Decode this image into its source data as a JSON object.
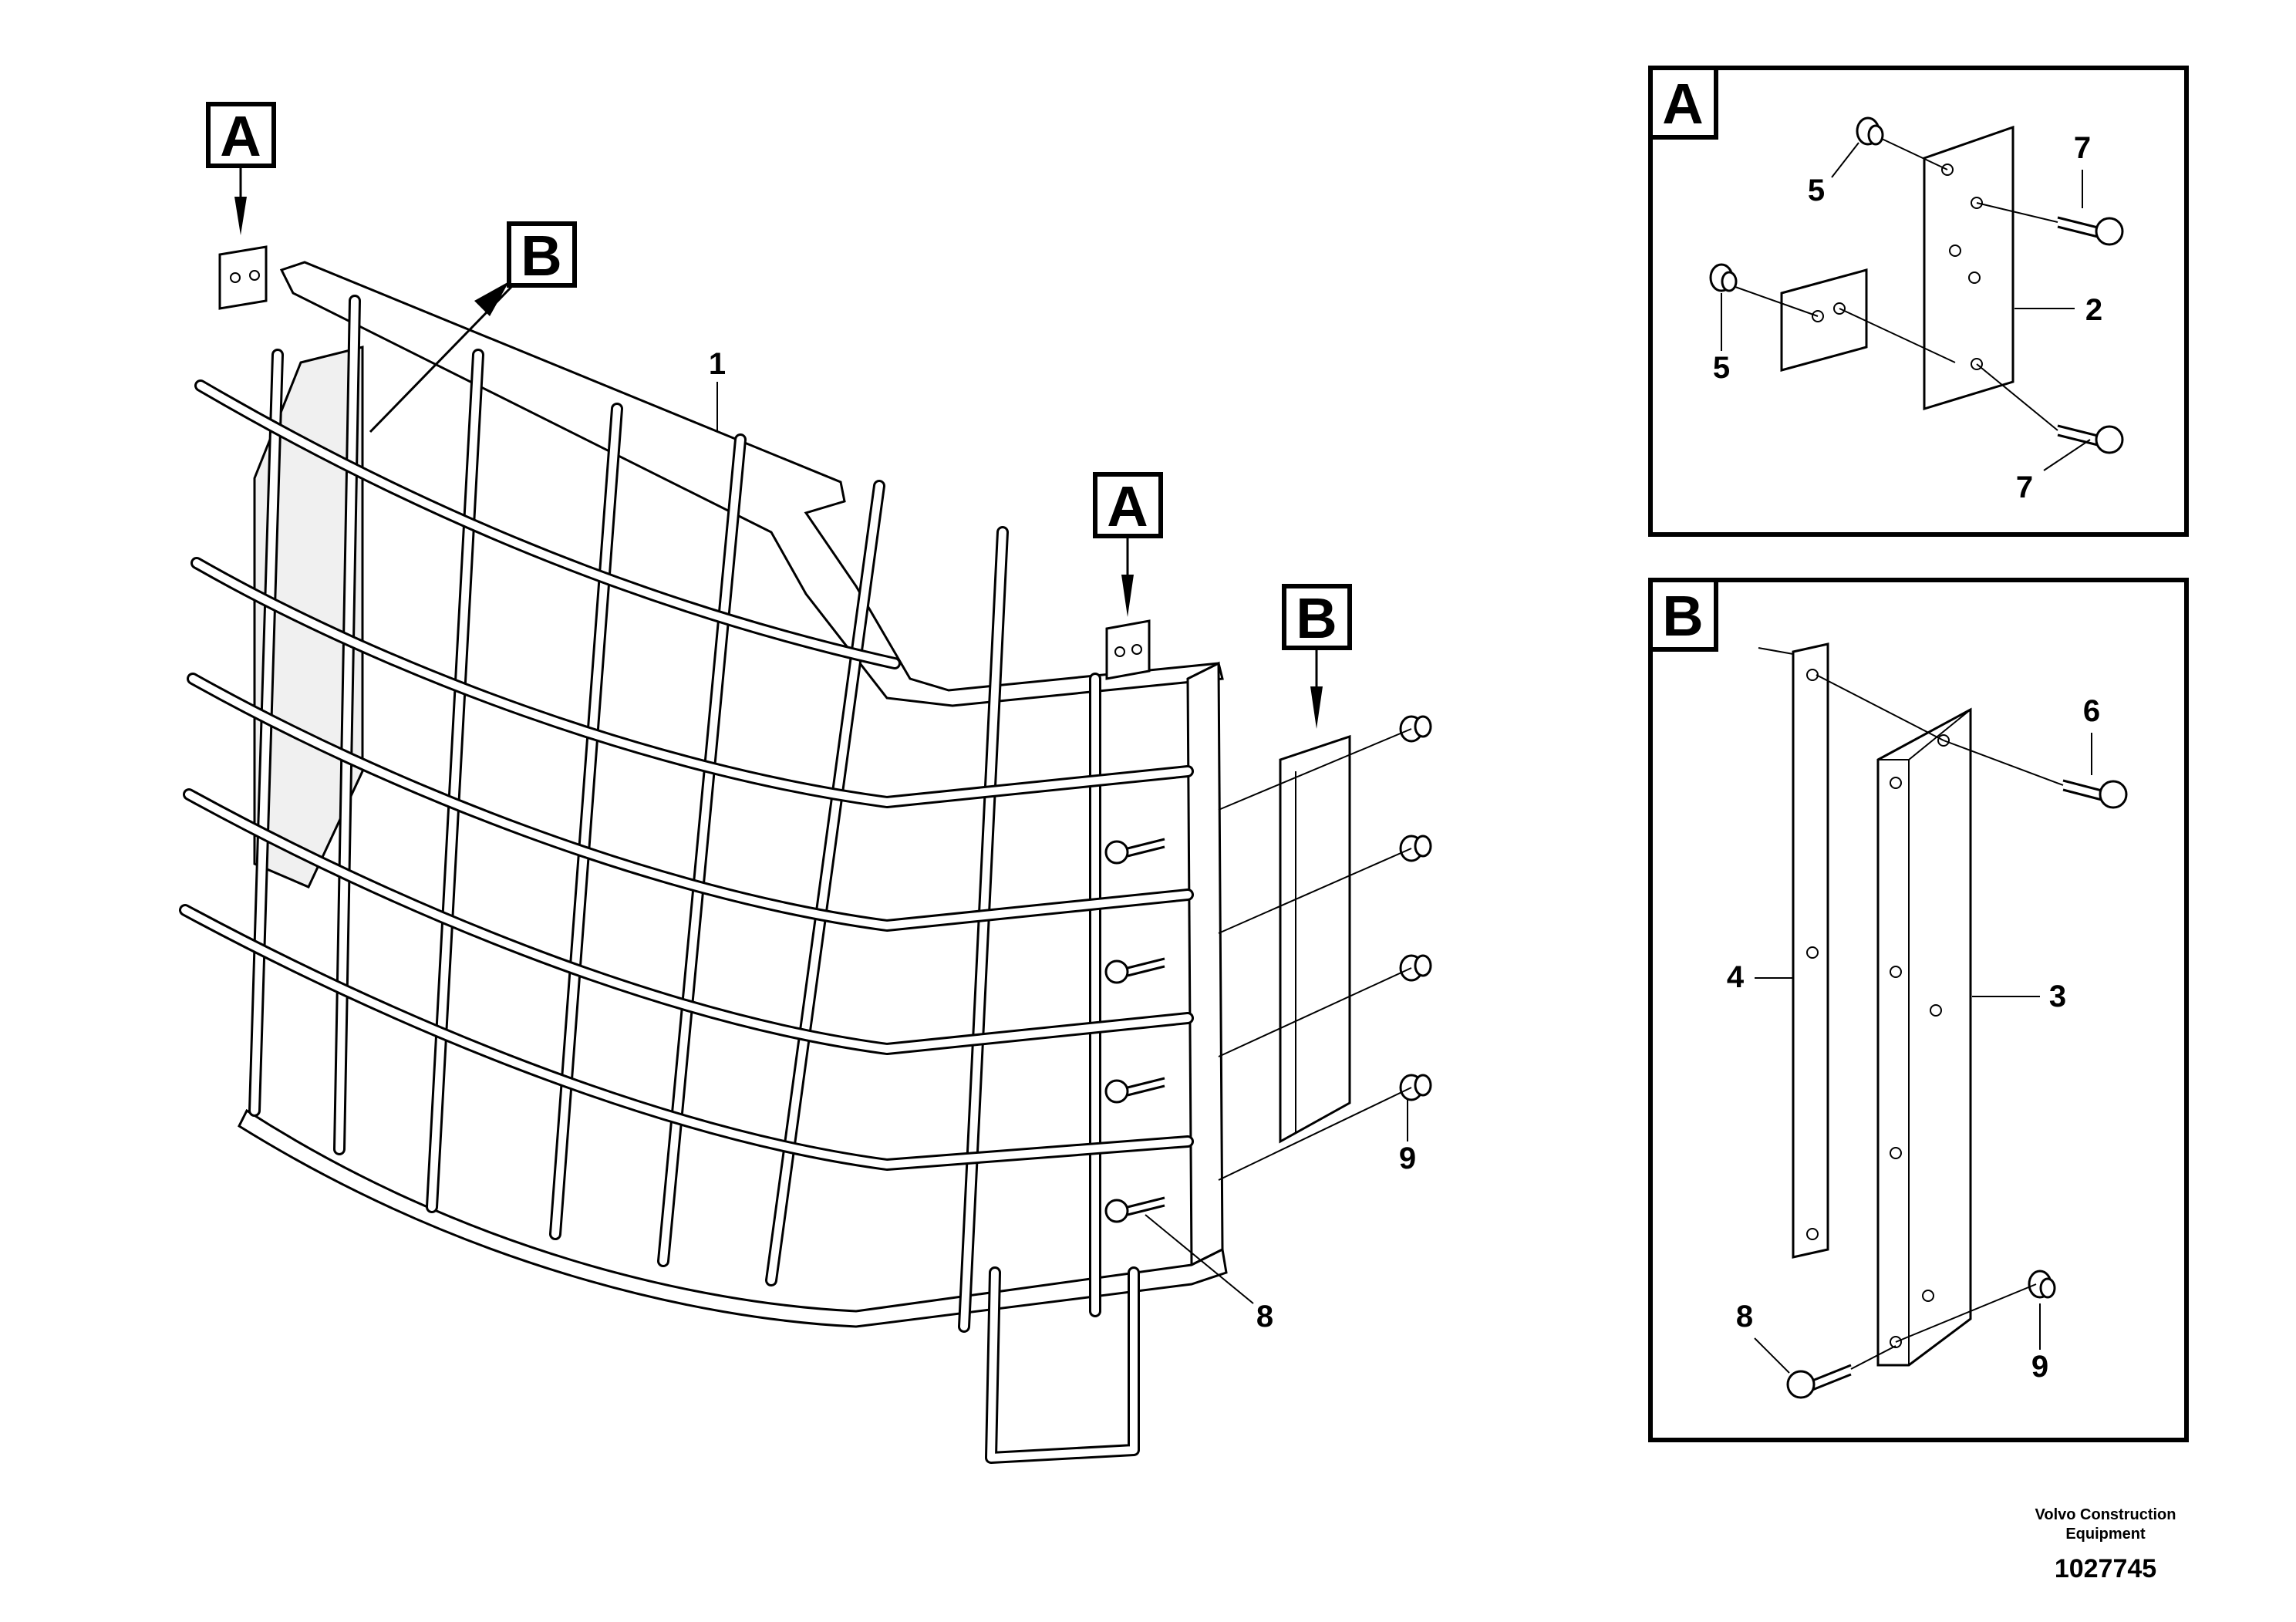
{
  "main_view": {
    "tag_a_left": "A",
    "tag_b_left": "B",
    "tag_a_right": "A",
    "tag_b_right": "B",
    "callouts": [
      "1",
      "8",
      "9"
    ]
  },
  "detail_a": {
    "tag": "A",
    "callouts": [
      "5",
      "7",
      "2",
      "5",
      "7"
    ]
  },
  "detail_b": {
    "tag": "B",
    "callouts": [
      "6",
      "4",
      "3",
      "8",
      "9"
    ]
  },
  "footer": {
    "company_line1": "Volvo Construction",
    "company_line2": "Equipment",
    "drawing_number": "1027745"
  }
}
